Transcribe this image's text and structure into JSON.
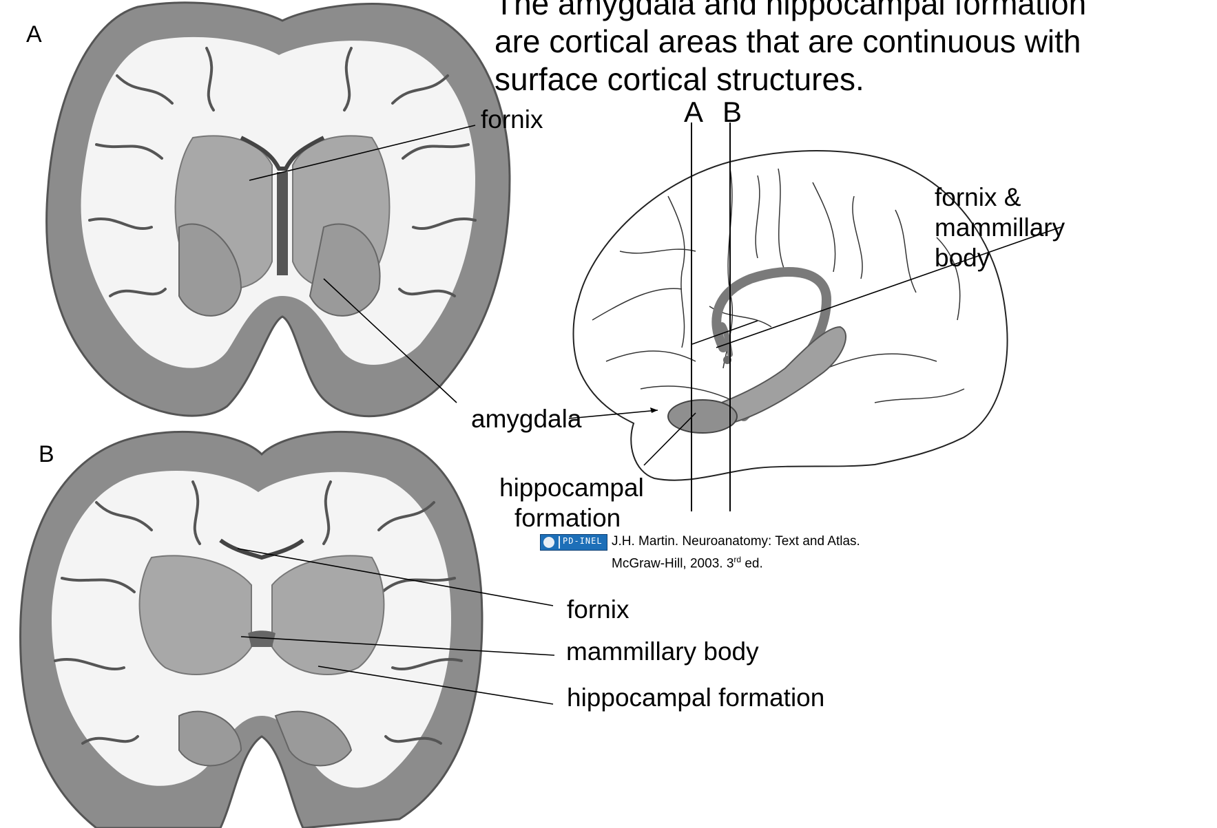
{
  "heading": {
    "line1": "The amygdala and hippocampal formation",
    "line2": "are cortical areas that are continuous with",
    "line3": "surface cortical structures."
  },
  "section_a": {
    "letter": "A"
  },
  "section_b": {
    "letter": "B"
  },
  "labels": {
    "fornix_top": "fornix",
    "amygdala": "amygdala",
    "hippocampal_formation_line1": "hippocampal",
    "hippocampal_formation_line2": "formation",
    "fornix_mammillary_line1": "fornix &",
    "fornix_mammillary_line2": "mammillary",
    "fornix_mammillary_line3": "body",
    "plane_a": "A",
    "plane_b": "B",
    "fornix_bottom": "fornix",
    "mammillary_body": "mammillary body",
    "hippocampal_formation_bottom": "hippocampal formation"
  },
  "credit": {
    "badge_text": "PD-INEL",
    "line1": "J.H. Martin. Neuroanatomy: Text and Atlas.",
    "line2_prefix": "McGraw-Hill, 2003. 3",
    "line2_sup": "rd",
    "line2_suffix": " ed."
  },
  "colors": {
    "tissue_gray": "#8c8c8c",
    "white_matter": "#f4f4f4",
    "badge_blue": "#1d6fb8"
  }
}
